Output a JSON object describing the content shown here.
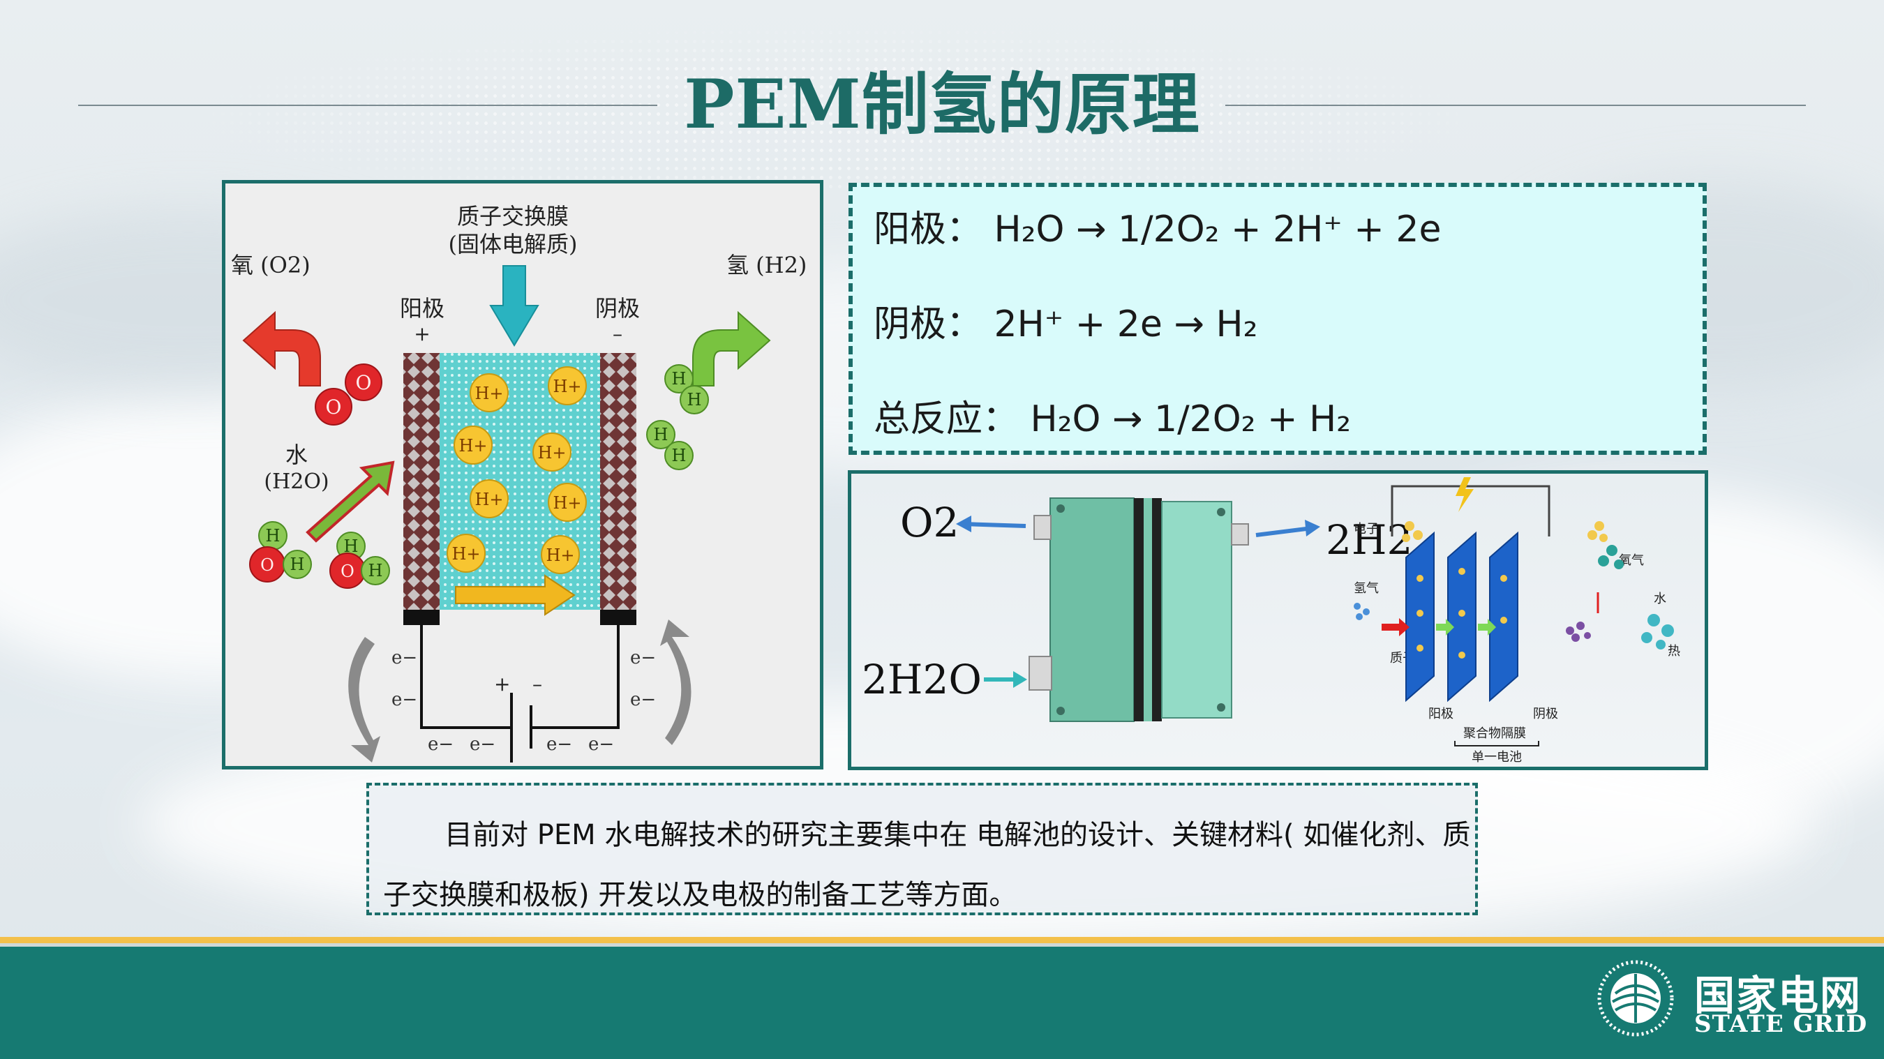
{
  "title": "PEM制氢的原理",
  "colors": {
    "accent": "#1b6e6a",
    "bar": "#167a72",
    "gold": "#f3c04a",
    "eq_bg": "#d9fbfb"
  },
  "diagram_left": {
    "membrane_label_1": "质子交换膜",
    "membrane_label_2": "(固体电解质)",
    "oxygen_label": "氧 (O2)",
    "hydrogen_label": "氢 (H2)",
    "anode_label": "阳极",
    "cathode_label": "阴极",
    "plus": "+",
    "minus": "–",
    "water_label_1": "水",
    "water_label_2": "(H2O)",
    "proton": "H+",
    "electron": "e−",
    "o_atom": "O",
    "h_atom": "H"
  },
  "equations": {
    "anode": {
      "label": "阳极：",
      "reaction": "H₂O → 1/2O₂ + 2H⁺ + 2e"
    },
    "cathode": {
      "label": "阴极：",
      "reaction": "2H⁺ + 2e → H₂"
    },
    "total": {
      "label": "总反应：",
      "reaction": "H₂O → 1/2O₂ + H₂"
    }
  },
  "diagram_right": {
    "o2": "O2",
    "h2": "2H2",
    "h2o": "2H2O",
    "electron": "电子",
    "hydrogen": "氢气",
    "proton": "质子",
    "oxygen": "氧气",
    "water": "水",
    "heat": "热",
    "anode": "阳极",
    "cathode": "阴极",
    "membrane": "聚合物隔膜",
    "single_cell": "单一电池"
  },
  "summary": "目前对 PEM 水电解技术的研究主要集中在 电解池的设计、关键材料( 如催化剂、质子交换膜和极板) 开发以及电极的制备工艺等方面。",
  "brand": {
    "cn": "国家电网",
    "en": "STATE GRID"
  }
}
